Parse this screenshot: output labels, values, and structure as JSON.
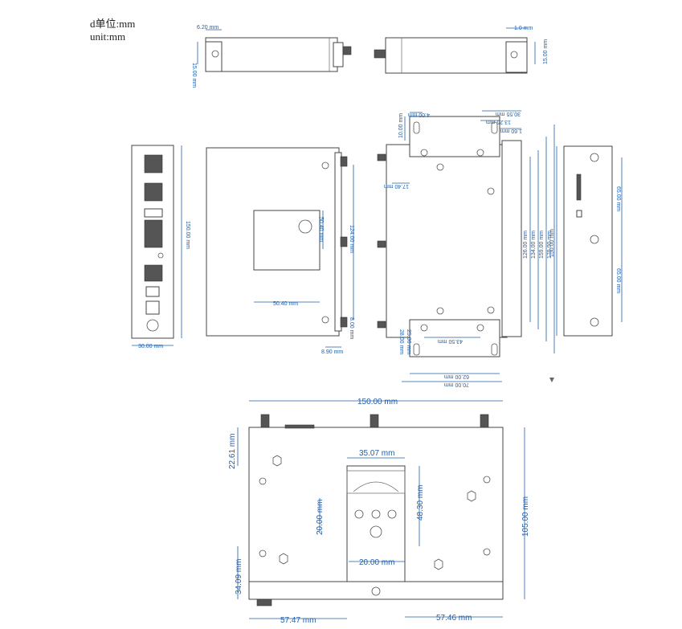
{
  "units": {
    "cn": "d单位:mm",
    "en": "unit:mm"
  },
  "dims": {
    "top_left_w": "6.20 mm",
    "top_left_h": "15.00 mm",
    "top_right_w": "1.0 mm",
    "top_right_h": "15.00 mm",
    "side_height": "150.00 mm",
    "side_depth": "30.00 mm",
    "front_v1": "50.40 mm",
    "front_h1": "50.40 mm",
    "front_v2": "124.00 mm",
    "front_v3": "8.00 mm",
    "front_h2": "8.90 mm",
    "rear_top1": "4.00 mm",
    "rear_top2": "13.25 mm",
    "rear_top3": "30.55 mm",
    "rear_top4": "10.00 mm",
    "rear_top5": "1.60 mm",
    "rear_left": "17.40 mm",
    "rear_v126": "126.00 mm",
    "rear_v134": "134.00 mm",
    "rear_v159": "159.00 mm",
    "rear_v179": "179.00 mm",
    "rear_b1": "43.50 mm",
    "rear_b2": "28.00 mm",
    "rear_b3": "25.00 mm",
    "rear_b4": "62.00 mm",
    "rear_b5": "70.00 mm",
    "right_h": "150.00 mm",
    "right_v1": "65.00 mm",
    "right_v2": "65.00 mm",
    "bottom_w": "150.00 mm",
    "bottom_h": "105.00 mm",
    "bottom_top": "22.61 mm",
    "rail_w": "35.07 mm",
    "rail_v1": "20.00 mm",
    "rail_v2": "48.30 mm",
    "rail_h": "20.00 mm",
    "bottom_left": "34.09 mm",
    "bottom_bl": "57.47 mm",
    "bottom_br": "57.46 mm"
  }
}
